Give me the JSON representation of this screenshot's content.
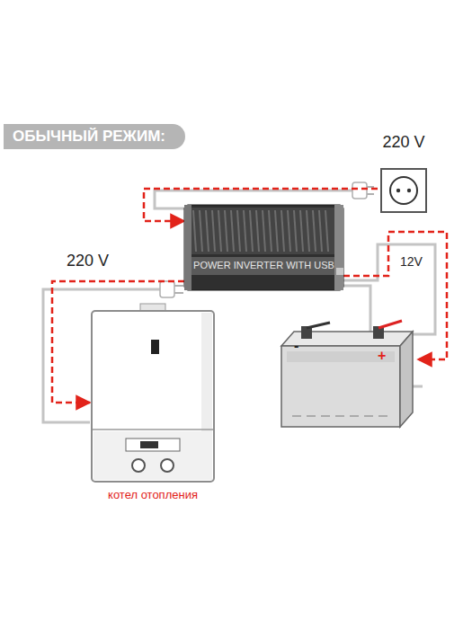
{
  "diagram": {
    "title": "ОБЫЧНЫЙ РЕЖИМ:",
    "nodes": [
      {
        "text": [
          "220 V"
        ]
      },
      {
        "text": [
          "POWER INVERTER WITH USB"
        ]
      },
      {
        "text": [
          "котел отопления"
        ]
      },
      {
        "text": [
          "-",
          "+"
        ]
      }
    ],
    "edges": [
      {
        "from": 0,
        "to": 1,
        "arrow": "to"
      },
      {
        "from": 1,
        "to": 2,
        "label": "220 V",
        "arrow": "to"
      },
      {
        "from": 1,
        "to": 3,
        "label": "12V",
        "arrow": "to"
      }
    ]
  }
}
